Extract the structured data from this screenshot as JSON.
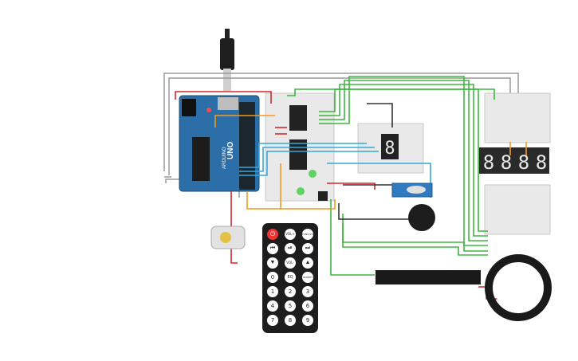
{
  "arduino": {
    "brand": "UNO",
    "label": "ARDUINO"
  },
  "remote": {
    "rows": [
      [
        "power",
        "VOL+",
        "FUNC/STOP"
      ],
      [
        "prev",
        "play-pause",
        "next"
      ],
      [
        "down",
        "VOL-",
        "up"
      ],
      [
        "0",
        "EQ",
        "ST/REPT"
      ],
      [
        "1",
        "2",
        "3"
      ],
      [
        "4",
        "5",
        "6"
      ],
      [
        "7",
        "8",
        "9"
      ]
    ]
  },
  "seven_segment": {
    "digit": "8"
  },
  "quad_display": {
    "digits": [
      "8",
      "8",
      "8",
      "8"
    ]
  },
  "colors": {
    "wire_red": "#d6272c",
    "wire_green": "#3fb53f",
    "wire_blue": "#39a7d9",
    "wire_orange": "#f29a1f",
    "wire_black": "#333333",
    "wire_gray": "#8a8a8a",
    "board_blue": "#2c6fa8",
    "breadboard": "#e9e9e9"
  }
}
